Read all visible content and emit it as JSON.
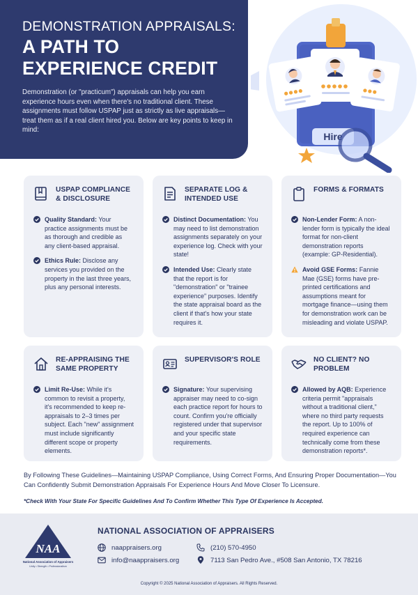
{
  "hero": {
    "pre_title": "DEMONSTRATION APPRAISALS:",
    "title_line1": "A PATH TO",
    "title_line2": "EXPERIENCE CREDIT",
    "intro": "Demonstration (or \"practicum\") appraisals can help you earn experience hours even when there's no traditional client. These assignments must follow USPAP just as strictly as live appraisals—treat them as if a real client hired you. Below are key points to keep in mind:"
  },
  "illustration": {
    "hire_label": "Hire"
  },
  "cards": [
    {
      "title": "USPAP COMPLIANCE & DISCLOSURE",
      "icon": "book-icon",
      "items": [
        {
          "label": "Quality Standard:",
          "text": " Your practice assignments must be as thorough and credible as any client-based appraisal.",
          "bullet": "check"
        },
        {
          "label": "Ethics Rule:",
          "text": " Disclose any services you provided on the property in the last three years, plus any personal interests.",
          "bullet": "check"
        }
      ]
    },
    {
      "title": "SEPARATE LOG & INTENDED USE",
      "icon": "document-icon",
      "items": [
        {
          "label": "Distinct Documentation:",
          "text": " You may need to list demonstration assignments separately on your experience log. Check with your state!",
          "bullet": "check"
        },
        {
          "label": "Intended Use:",
          "text": " Clearly state that the report is for \"demonstration\" or \"trainee experience\" purposes. Identify the state appraisal board as the client if that's how your state requires it.",
          "bullet": "check"
        }
      ]
    },
    {
      "title": "FORMS & FORMATS",
      "icon": "clipboard-icon",
      "items": [
        {
          "label": "Non-Lender Form:",
          "text": " A non-lender form is typically the ideal format for non-client demonstration reports (example: GP-Residential).",
          "bullet": "check"
        },
        {
          "label": "Avoid GSE Forms:",
          "text": " Fannie Mae (GSE) forms have pre-printed certifications and assumptions meant for mortgage finance—using them for demonstration work can be misleading and violate USPAP.",
          "bullet": "warning"
        }
      ]
    },
    {
      "title": "RE-APPRAISING THE SAME PROPERTY",
      "icon": "house-icon",
      "items": [
        {
          "label": "Limit Re-Use:",
          "text": " While it's common to revisit a property, it's recommended to keep re-appraisals to 2–3 times per subject. Each \"new\" assignment must include significantly different scope or property elements.",
          "bullet": "check"
        }
      ]
    },
    {
      "title": "SUPERVISOR'S ROLE",
      "icon": "id-card-icon",
      "items": [
        {
          "label": "Signature:",
          "text": " Your supervising appraiser may need to co-sign each practice report for hours to count. Confirm you're officially registered under that supervisor and your specific state requirements.",
          "bullet": "check"
        }
      ]
    },
    {
      "title": "NO CLIENT? NO PROBLEM",
      "icon": "handshake-icon",
      "items": [
        {
          "label": "Allowed by AQB:",
          "text": " Experience criteria permit \"appraisals without a traditional client,\" where no third party requests the report. Up to 100% of required experience can technically come from these demonstration reports*.",
          "bullet": "check"
        }
      ]
    }
  ],
  "summary": "By Following These Guidelines—Maintaining USPAP Compliance, Using Correct Forms, And Ensuring Proper Documentation—You Can Confidently Submit Demonstration Appraisals For Experience Hours And Move Closer To Licensure.",
  "note": "*Check With Your State For Specific Guidelines And To Confirm Whether This Type Of Experience Is Accepted.",
  "footer": {
    "org_name": "NATIONAL ASSOCIATION OF APPRAISERS",
    "logo_text": "NAA",
    "logo_caption": "National Association of Appraisers",
    "logo_tagline": "Unity • Strength • Professionalism",
    "website": "naappraisers.org",
    "email": "info@naappraisers.org",
    "phone": "(210) 570-4950",
    "address": "7113 San Pedro Ave., #508 San Antonio, TX 78216",
    "copyright": "Copyright © 2025 National Association of Appraisers. All Rights Reserved."
  },
  "colors": {
    "navy": "#2e3a6e",
    "card_bg": "#eef0f6",
    "check": "#2a3560",
    "warning": "#f3a332",
    "accent_blue": "#5b7be6",
    "footer_bg": "#e9ebf2"
  }
}
